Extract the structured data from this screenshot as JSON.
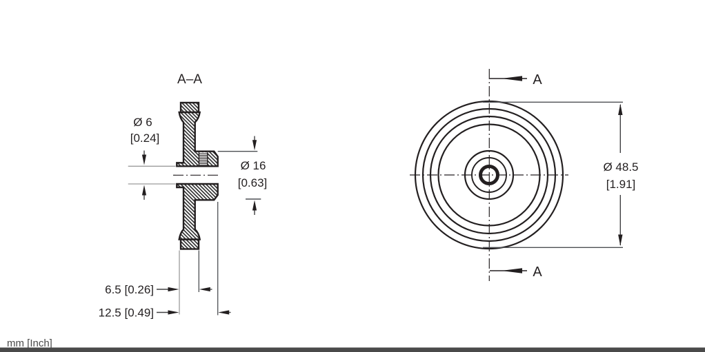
{
  "meta": {
    "units_note": "mm [Inch]"
  },
  "section_view": {
    "title": "A–A",
    "dims": {
      "bore_mm": "Ø 6",
      "bore_inch": "[0.24]",
      "hub_mm": "Ø 16",
      "hub_inch": "[0.63]",
      "rim_width": "6.5 [0.26]",
      "total_width": "12.5 [0.49]"
    }
  },
  "front_view": {
    "cut_label_top": "A",
    "cut_label_bottom": "A",
    "dims": {
      "outer_mm": "Ø 48.5",
      "outer_inch": "[1.91]"
    }
  },
  "colors": {
    "outline": "#231f20",
    "dimension": "#4d4f53",
    "extension_gray": "#9b9b9b",
    "footer_bar": "#4a4a4a"
  }
}
